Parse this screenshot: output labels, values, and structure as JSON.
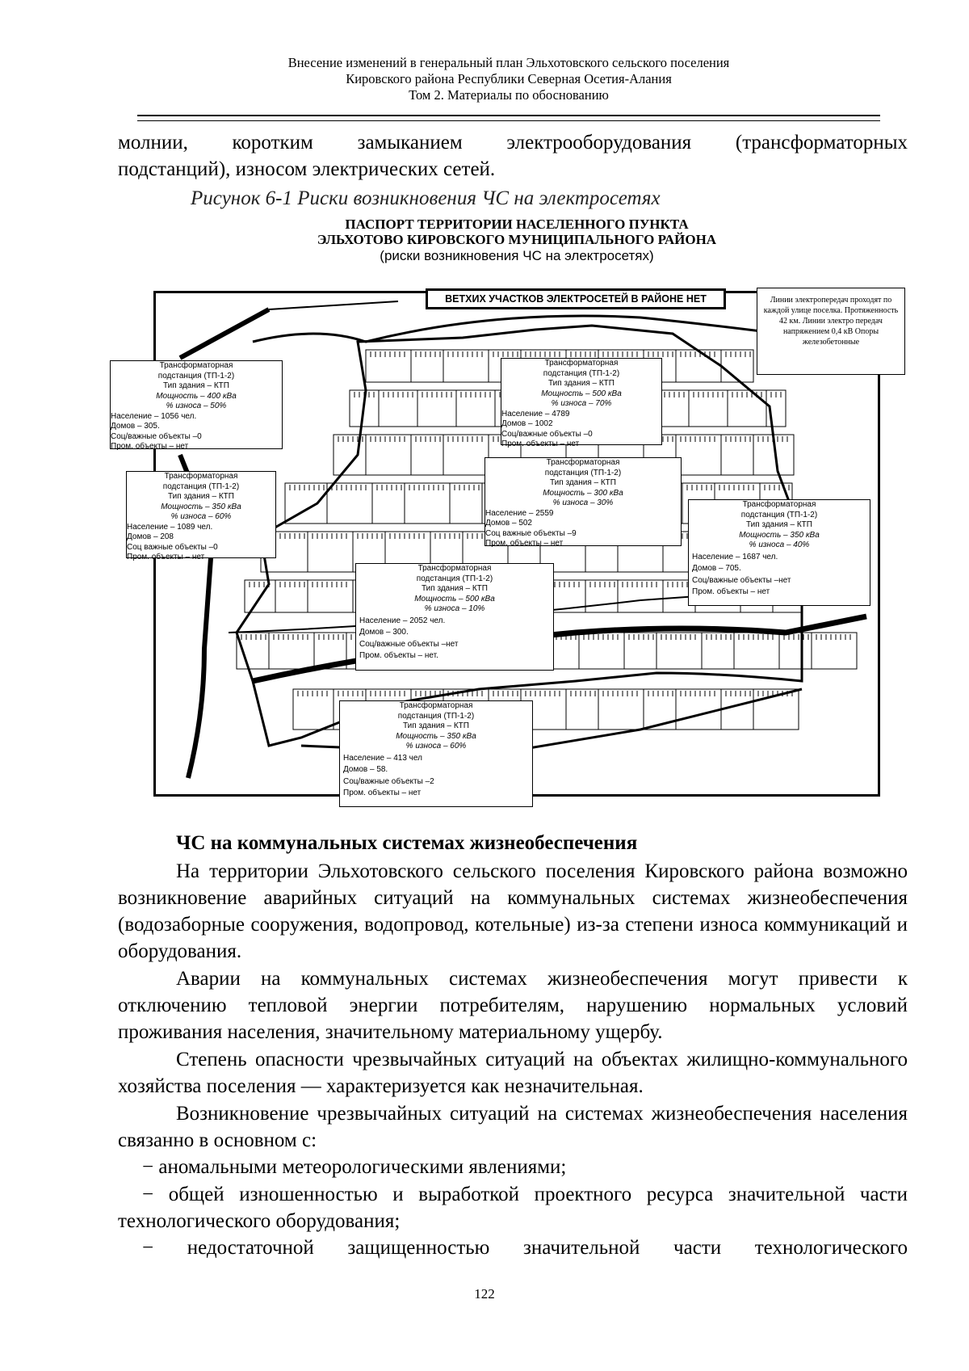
{
  "header": {
    "line1": "Внесение изменений в генеральный план Эльхотовского сельского поселения",
    "line2": "Кировского района Республики Северная Осетия-Алания",
    "line3": "Том 2. Материалы по обоснованию"
  },
  "intro": {
    "line1": "молнии, коротким замыканием электрооборудования (трансформаторных",
    "line2": "подстанций), износом электрических сетей."
  },
  "figure_caption": "Рисунок 6-1 Риски возникновения ЧС на электросетях",
  "map": {
    "title_line1": "ПАСПОРТ ТЕРРИТОРИИ НАСЕЛЕННОГО ПУНКТА",
    "title_line2": "ЭЛЬХОТОВО КИРОВСКОГО МУНИЦИПАЛЬНОГО РАЙОНА",
    "subtitle": "(риски возникновения ЧС на электросетях)",
    "banner": "ВЕТХИХ УЧАСТКОВ ЭЛЕКТРОСЕТЕЙ В РАЙОНЕ НЕТ",
    "note": "Линии электропередач проходят по каждой улице поселка. Протяженность 42 км. Линии электро передач напряжением 0,4 кВ Опоры железобетонные",
    "callouts": [
      {
        "head1": "Трансформаторная",
        "head2": "подстанция (ТП-1-2)",
        "type": "Тип здания – КТП",
        "power": "Мощность – 400 кВа",
        "wear": "% износа – 50%",
        "pop": "Население – 1056 чел.",
        "houses": "Домов – 305.",
        "social": "Соц/важные объекты –0",
        "industrial": "Пром. объекты – нет"
      },
      {
        "head1": "Трансформаторная",
        "head2": "подстанция (ТП-1-2)",
        "type": "Тип здания – КТП",
        "power": "Мощность – 500 кВа",
        "wear": "% износа – 70%",
        "pop": "Население – 4789",
        "houses": "Домов – 1002",
        "social": "Соц/важные объекты –0",
        "industrial": "Пром. объекты – нет"
      },
      {
        "head1": "Трансформаторная",
        "head2": "подстанция (ТП-1-2)",
        "type": "Тип здания – КТП",
        "power": "Мощность – 350 кВа",
        "wear": "% износа – 60%",
        "pop": "Население – 1089 чел.",
        "houses": "Домов – 208",
        "social": "Соц важные объекты –0",
        "industrial": "Пром. объекты – нет"
      },
      {
        "head1": "Трансформаторная",
        "head2": "подстанция (ТП-1-2)",
        "type": "Тип здания – КТП",
        "power": "Мощность – 300 кВа",
        "wear": "% износа – 30%",
        "pop": "Население – 2559",
        "houses": "Домов – 502",
        "social": "Соц важные объекты –9",
        "industrial": "Пром. объекты – нет"
      },
      {
        "head1": "Трансформаторная",
        "head2": "подстанция (ТП-1-2)",
        "type": "Тип здания – КТП",
        "power": "Мощность – 350 кВа",
        "wear": "% износа – 40%",
        "pop": "Население – 1687 чел.",
        "houses": "Домов – 705.",
        "social": "Соц/важные объекты –нет",
        "industrial": "Пром. объекты – нет"
      },
      {
        "head1": "Трансформаторная",
        "head2": "подстанция (ТП-1-2)",
        "type": "Тип здания – КТП",
        "power": "Мощность – 500 кВа",
        "wear": "% износа – 10%",
        "pop": "Население – 2052 чел.",
        "houses": "Домов – 300.",
        "social": "Соц/важные объекты –нет",
        "industrial": "Пром. объекты – нет."
      },
      {
        "head1": "Трансформаторная",
        "head2": "подстанция (ТП-1-2)",
        "type": "Тип здания – КТП",
        "power": "Мощность – 350 кВа",
        "wear": "% износа – 60%",
        "pop": "Население – 413 чел",
        "houses": "Домов – 58.",
        "social": "Соц/важные объекты –2",
        "industrial": "Пром. объекты – нет"
      }
    ]
  },
  "section": {
    "heading": "ЧС на коммунальных системах жизнеобеспечения",
    "p1": "На территории Эльхотовского сельского поселения Кировского района возможно возникновение аварийных ситуаций на коммунальных системах жизнеобеспечения (водозаборные сооружения, водопровод, котельные) из-за степени износа коммуникаций и оборудования.",
    "p2": "Аварии на коммунальных системах жизнеобеспечения могут привести к отключению тепловой энергии потребителям, нарушению нормальных условий проживания населения, значительному материальному ущербу.",
    "p3": "Степень опасности чрезвычайных ситуаций на объектах жилищно-коммунального хозяйства поселения — характеризуется как незначительная.",
    "p4": "Возникновение чрезвычайных ситуаций на системах жизнеобеспечения населения связанно в основном с:",
    "b1": "− аномальными метеорологическими явлениями;",
    "b2": "− общей изношенностью и выработкой проектного ресурса значительной части технологического оборудования;",
    "b3": "− недостаточной защищенностью значительной части технологического"
  },
  "page_number": "122"
}
